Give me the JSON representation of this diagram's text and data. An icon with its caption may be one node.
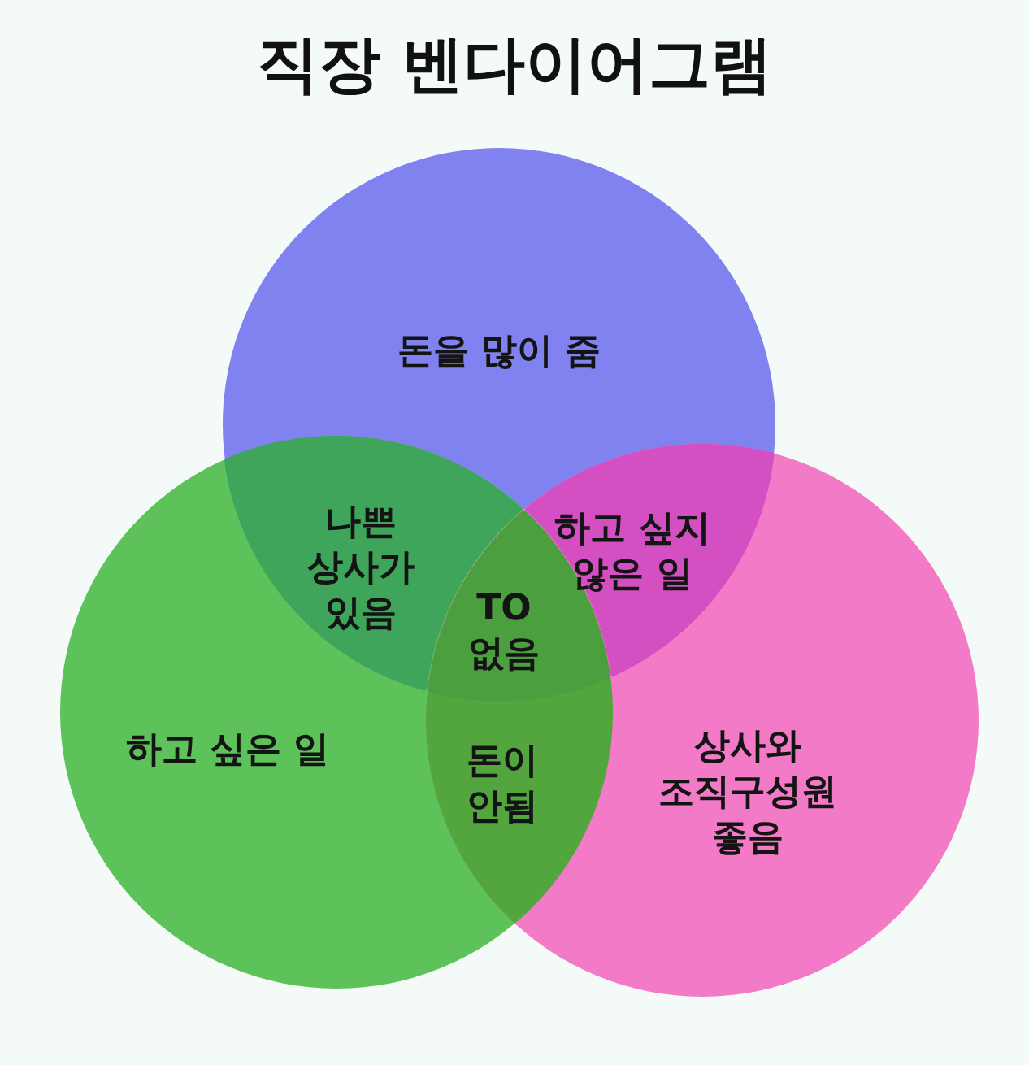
{
  "diagram": {
    "title": "직장 벤다이어그램",
    "nodes": [
      {
        "text": [
          "돈을 많이 줌"
        ]
      },
      {
        "text": [
          "하고 싶은 일"
        ]
      },
      {
        "text": [
          "상사와 조직구성원 좋음"
        ]
      }
    ],
    "labels": [
      "나쁜 상사가 있음",
      "하고 싶지 않은 일",
      "TO 없음",
      "돈이 안됨"
    ]
  }
}
